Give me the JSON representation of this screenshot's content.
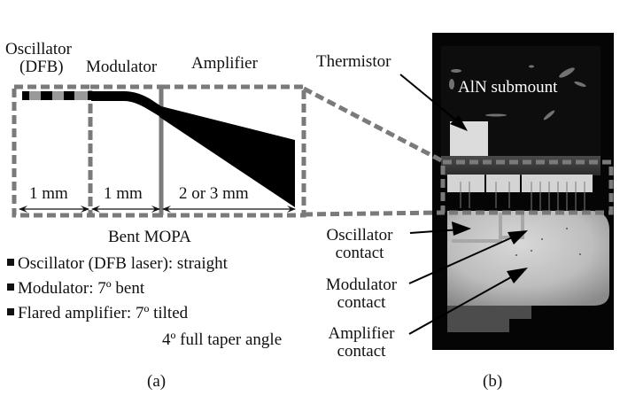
{
  "panel_a": {
    "section_labels": {
      "oscillator_line1": "Oscillator",
      "oscillator_line2": "(DFB)",
      "modulator": "Modulator",
      "amplifier": "Amplifier"
    },
    "dimensions": {
      "oscillator_length": "1 mm",
      "modulator_length": "1 mm",
      "amplifier_length": "2 or 3 mm"
    },
    "device_title": "Bent MOPA",
    "bullets": [
      "Oscillator (DFB laser): straight",
      "Modulator: 7º bent",
      "Flared amplifier: 7º tilted"
    ],
    "bullet_continuation": "4º full taper angle",
    "caption": "(a)"
  },
  "panel_b": {
    "labels": {
      "thermistor": "Thermistor",
      "submount": "AlN submount",
      "oscillator_contact_line1": "Oscillator",
      "oscillator_contact_line2": "contact",
      "modulator_contact_line1": "Modulator",
      "modulator_contact_line2": "contact",
      "amplifier_contact_line1": "Amplifier",
      "amplifier_contact_line2": "contact"
    },
    "caption": "(b)"
  },
  "colors": {
    "dash_box": "#7a7a7a",
    "waveguide": "#000000",
    "oscillator_grating_light": "#9a9a9a",
    "photo_background": "#050505"
  }
}
